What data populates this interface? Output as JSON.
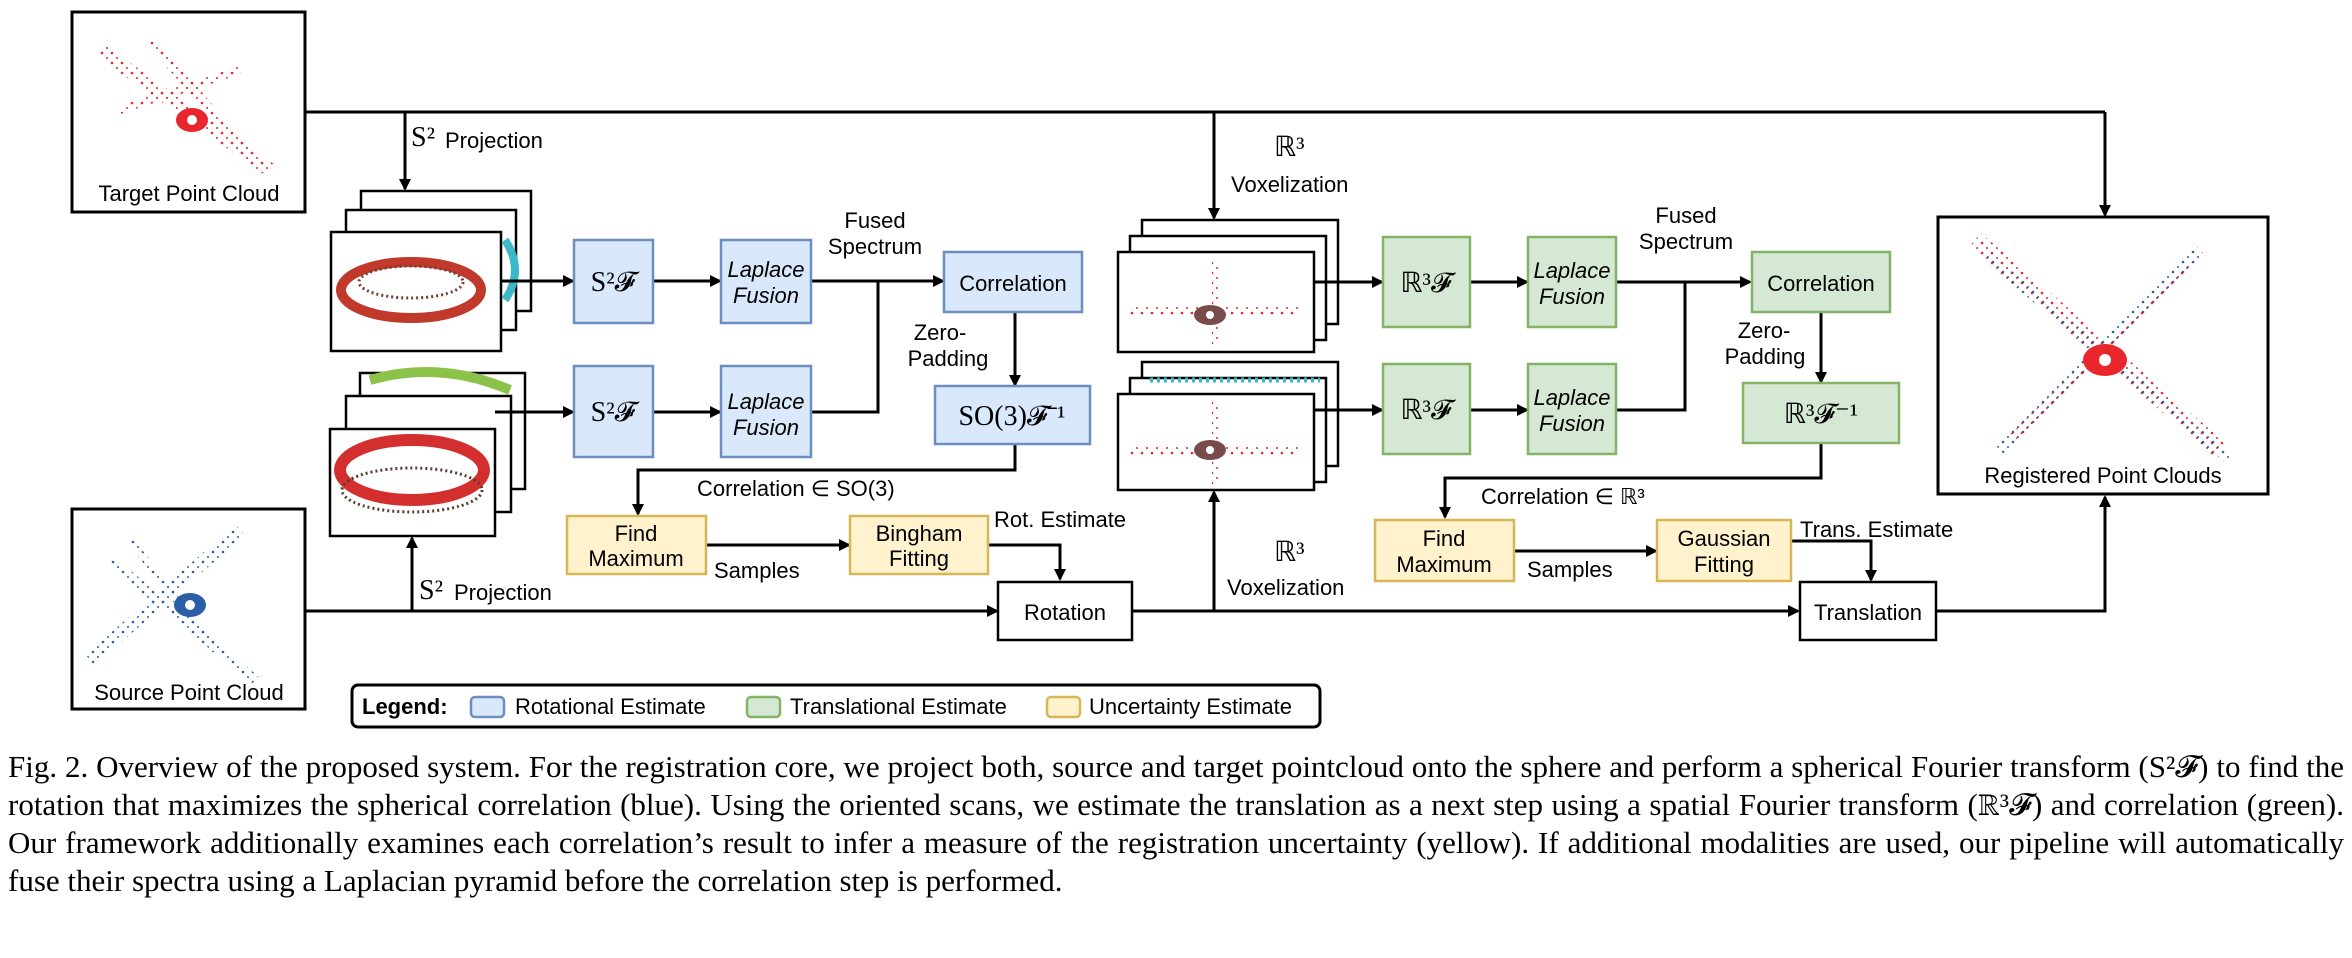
{
  "nodes": {
    "target_cloud": "Target Point Cloud",
    "source_cloud": "Source Point Cloud",
    "registered": "Registered Point Clouds",
    "laplace_line1": "Laplace",
    "laplace_line2": "Fusion",
    "correlation": "Correlation",
    "so3_inverse": "SO(3)𝓕⁻¹",
    "s2f": "S²𝓕",
    "r3f": "ℝ³𝓕",
    "r3_inverse": "ℝ³𝓕⁻¹",
    "find_max_line1": "Find",
    "find_max_line2": "Maximum",
    "bingham_line1": "Bingham",
    "bingham_line2": "Fitting",
    "gaussian_line1": "Gaussian",
    "gaussian_line2": "Fitting",
    "rotation": "Rotation",
    "translation": "Translation"
  },
  "edges": {
    "s2_symbol": "S²",
    "projection": "Projection",
    "r3_symbol": "ℝ³",
    "voxelization": "Voxelization",
    "fused_line1": "Fused",
    "fused_line2": "Spectrum",
    "zero_line1": "Zero-",
    "zero_line2": "Padding",
    "corr_so3": "Correlation ∈ SO(3)",
    "corr_r3": "Correlation ∈ ℝ³",
    "samples": "Samples",
    "rot_estimate": "Rot. Estimate",
    "trans_estimate": "Trans. Estimate"
  },
  "legend": {
    "title": "Legend:",
    "items": [
      {
        "label": "Rotational Estimate",
        "fill": "#dae8fc",
        "stroke": "#6c8ebf"
      },
      {
        "label": "Translational Estimate",
        "fill": "#d5e8d4",
        "stroke": "#82b366"
      },
      {
        "label": "Uncertainty Estimate",
        "fill": "#fff2cc",
        "stroke": "#d6b656"
      }
    ]
  },
  "colors": {
    "blue_fill": "#dae8fc",
    "blue_stroke": "#6c8ebf",
    "green_fill": "#d5e8d4",
    "green_stroke": "#82b366",
    "yellow_fill": "#fff2cc",
    "yellow_stroke": "#d6b656",
    "target_points": "#e8262b",
    "source_points": "#2a5fa8"
  },
  "caption": "Fig. 2.   Overview of the proposed system. For the registration core, we project both, source and target pointcloud onto the sphere and perform a spherical Fourier transform (S²𝓕) to find the rotation that maximizes the spherical correlation (blue). Using the oriented scans, we estimate the translation as a next step using a spatial Fourier transform (ℝ³𝓕) and correlation (green). Our framework additionally examines each correlation’s result to infer a measure of the registration uncertainty (yellow). If additional modalities are used, our pipeline will automatically fuse their spectra using a Laplacian pyramid before the correlation step is performed."
}
